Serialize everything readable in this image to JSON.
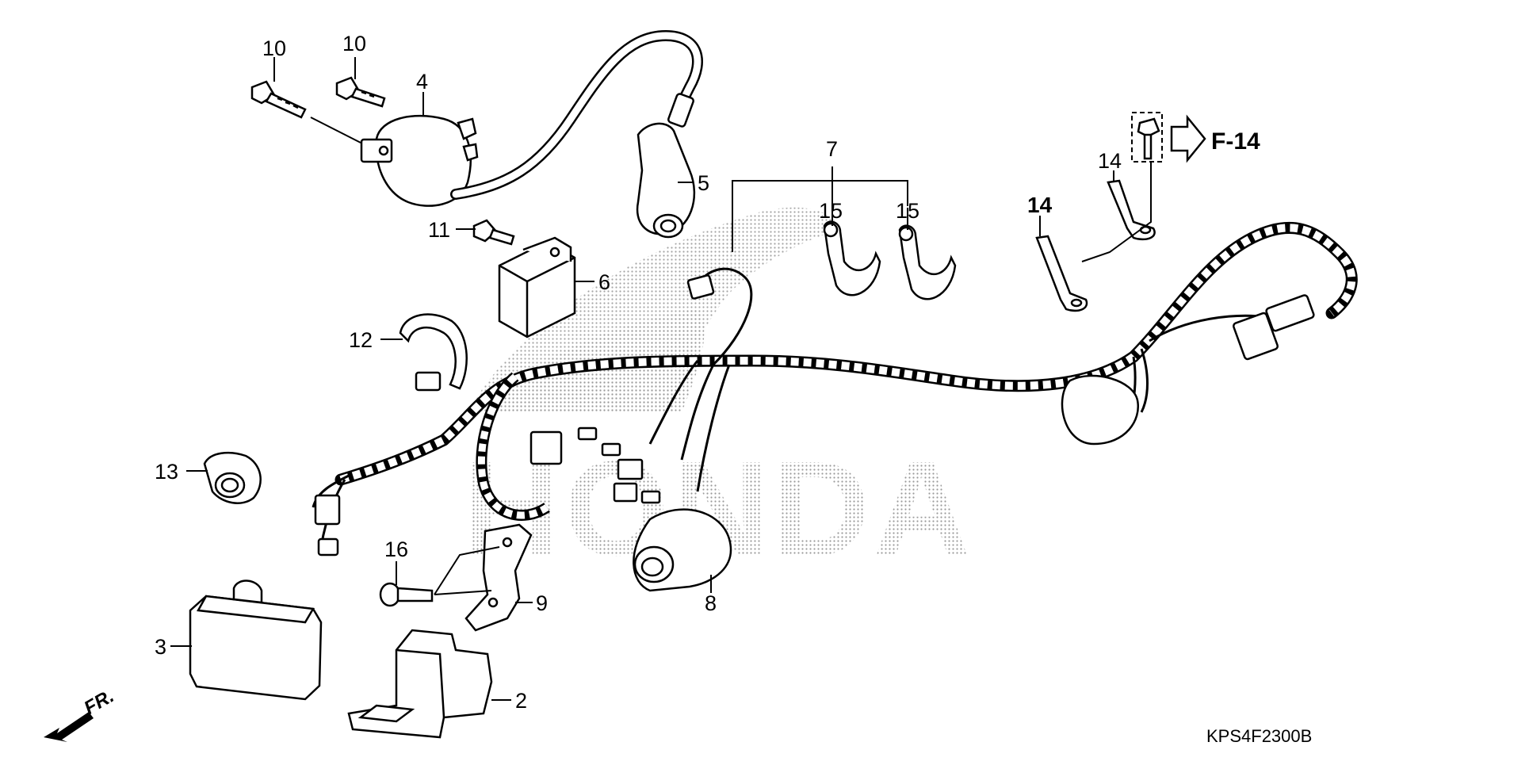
{
  "diagram": {
    "drawing_code": "KPS4F2300B",
    "reference": "F-14",
    "front_label": "FR.",
    "watermark": "HONDA",
    "callouts": {
      "c10a": "10",
      "c10b": "10",
      "c4": "4",
      "c5": "5",
      "c11": "11",
      "c6": "6",
      "c12": "12",
      "c13": "13",
      "c16": "16",
      "c3": "3",
      "c2": "2",
      "c9": "9",
      "c8": "8",
      "c7": "7",
      "c15a": "15",
      "c15b": "15",
      "c14a": "14",
      "c14b": "14"
    }
  }
}
